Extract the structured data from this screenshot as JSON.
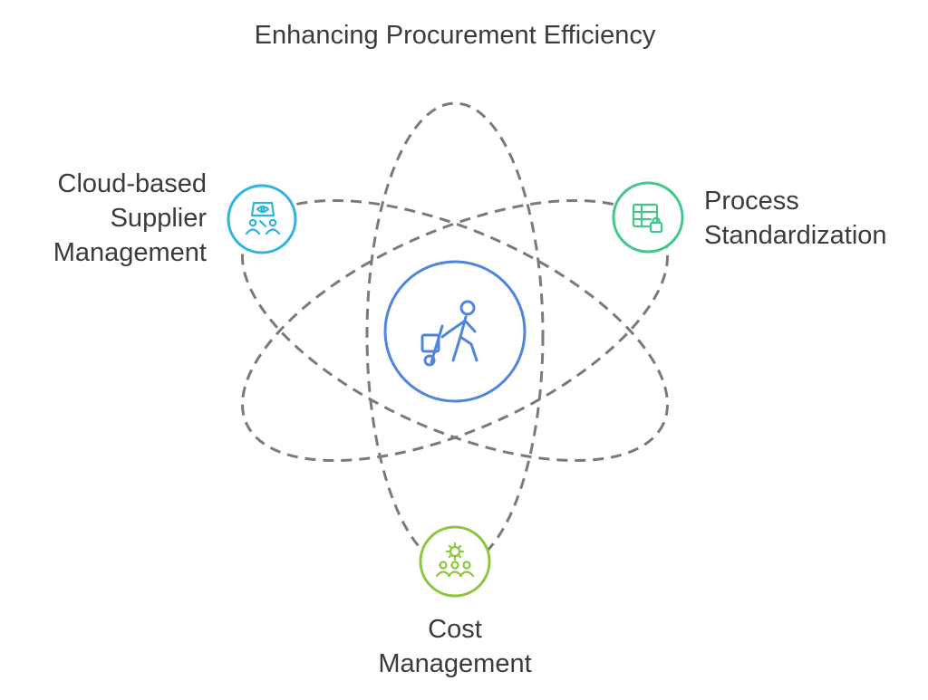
{
  "title": "Enhancing Procurement Efficiency",
  "nodes": {
    "center": {
      "icon": "delivery-worker-hand-truck-icon",
      "color": "#4f86dc"
    },
    "cloud": {
      "lines": [
        "Cloud-based",
        "Supplier",
        "Management"
      ],
      "icon": "supplier-management-icon",
      "color": "#2eb4df"
    },
    "process": {
      "lines": [
        "Process",
        "Standardization"
      ],
      "icon": "table-lock-icon",
      "color": "#42c78a"
    },
    "cost": {
      "lines": [
        "Cost",
        "Management"
      ],
      "icon": "cost-team-gear-icon",
      "color": "#8cc63f"
    }
  },
  "orbit_color": "#7a7a7a"
}
